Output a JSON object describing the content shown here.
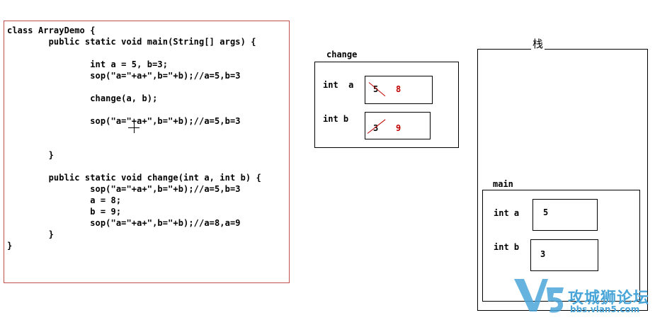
{
  "code": {
    "lines": [
      "class ArrayDemo {",
      "        public static void main(String[] args) {",
      "",
      "                int a = 5, b=3;",
      "                sop(\"a=\"+a+\",b=\"+b);//a=5,b=3",
      "",
      "                change(a, b);",
      "",
      "                sop(\"a=\"+a+\",b=\"+b);//a=5,b=3",
      "",
      "",
      "        }",
      "",
      "        public static void change(int a, int b) {",
      "                sop(\"a=\"+a+\",b=\"+b);//a=5,b=3",
      "                a = 8;",
      "                b = 9;",
      "                sop(\"a=\"+a+\",b=\"+b);//a=8,a=9",
      "        }",
      "}"
    ]
  },
  "change_frame": {
    "title": "change",
    "var_a": {
      "label": "int  a",
      "old_value": "5",
      "new_value": "8"
    },
    "var_b": {
      "label": "int b",
      "old_value": "3",
      "new_value": "9"
    }
  },
  "stack": {
    "title": "栈",
    "main_frame": {
      "title": "main",
      "var_a": {
        "label": "int a",
        "value": "5"
      },
      "var_b": {
        "label": "int b",
        "value": "3"
      }
    }
  },
  "watermark": {
    "logo": "V5",
    "name": "攻城狮论坛",
    "url": "bbs.vlan5.com"
  },
  "colors": {
    "code_border": "#c0504d",
    "changed_value": "#c00000",
    "watermark": "#4aa6d8"
  }
}
